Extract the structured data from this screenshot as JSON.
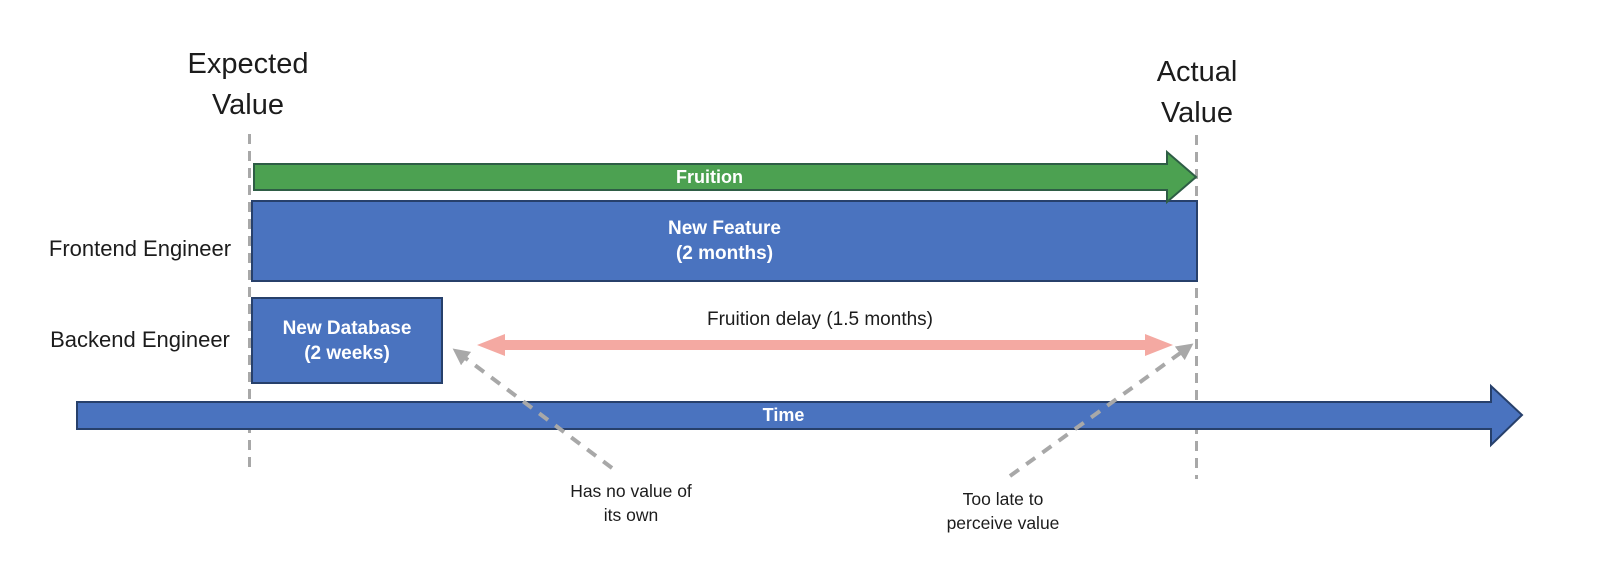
{
  "colors": {
    "blue": "#4a73bf",
    "blue_border": "#27406b",
    "green": "#4ca151",
    "green_border": "#2e5d45",
    "pink": "#f4a9a2",
    "gray": "#a8a8a8",
    "text": "#1c1c1c"
  },
  "markers": {
    "expected_label": "Expected\nValue",
    "actual_label": "Actual\nValue"
  },
  "lanes": [
    {
      "label": "Frontend Engineer",
      "bar_label": "New Feature\n(2 months)",
      "duration": "2 months"
    },
    {
      "label": "Backend Engineer",
      "bar_label": "New Database\n(2 weeks)",
      "duration": "2 weeks"
    }
  ],
  "arrows": {
    "fruition_label": "Fruition",
    "delay_label": "Fruition delay (1.5 months)",
    "time_label": "Time"
  },
  "annotations": [
    {
      "text": "Has no value of\nits own"
    },
    {
      "text": "Too late to\nperceive value"
    }
  ]
}
